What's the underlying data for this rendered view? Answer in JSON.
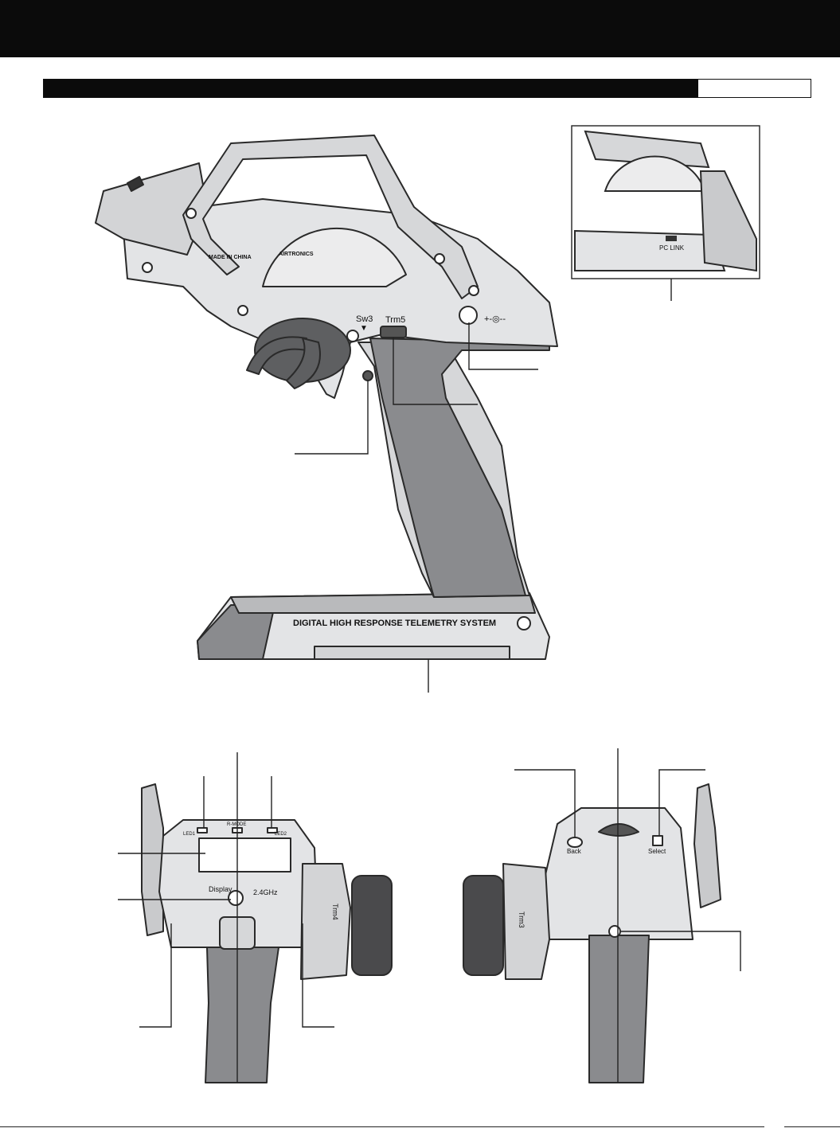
{
  "labels": {
    "sw3": "Sw3",
    "trm5": "Trm5",
    "pc_link": "PC LINK",
    "brand": "AIRTRONICS",
    "made_in": "MADE IN CHINA",
    "telemetry_banner": "DIGITAL HIGH RESPONSE TELEMETRY SYSTEM",
    "led1": "LED1",
    "rx_mode": "R-MODE",
    "led2": "LED2",
    "display": "Display",
    "freq": "2.4GHz",
    "trm4": "Trm4",
    "trm3": "Trm3",
    "back": "Back",
    "select": "Select",
    "power_polarity": "+-◎--"
  },
  "colors": {
    "banner": "#0b0b0b",
    "body_light": "#e3e4e6",
    "body_mid": "#c9cacc",
    "grip_dark": "#8a8b8e",
    "wheel_dark": "#4a4a4c",
    "outline": "#2a2a2a"
  }
}
